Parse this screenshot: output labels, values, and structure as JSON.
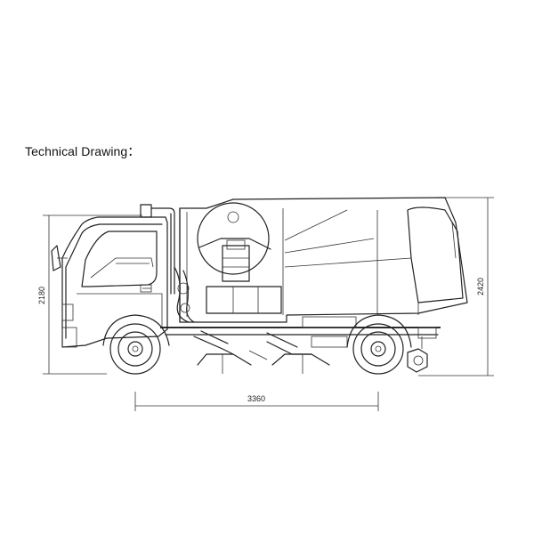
{
  "heading": "Technical Drawing：",
  "dimensions": {
    "height_left": "2180",
    "height_right": "2420",
    "wheelbase": "3360"
  }
}
